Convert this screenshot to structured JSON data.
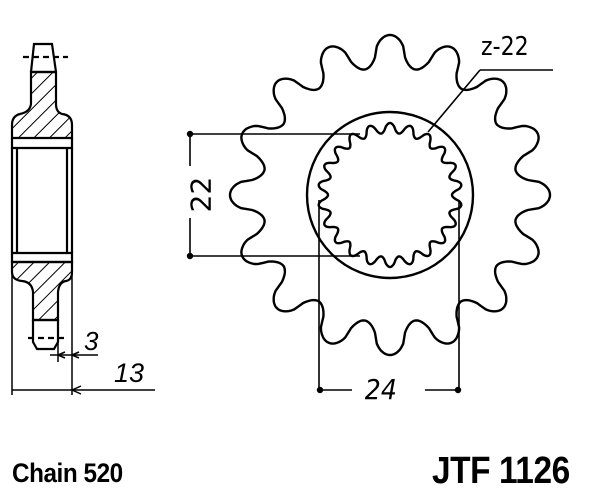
{
  "drawing": {
    "title": "Front sprocket technical drawing",
    "colors": {
      "line": "#000000",
      "background": "#ffffff"
    }
  },
  "sprocket": {
    "outer_teeth": 16,
    "spline_label": "z-22",
    "spline_teeth": 22,
    "dimensions": {
      "spline_height": "22",
      "spline_width": "24",
      "tooth_width": "3",
      "hub_width": "13"
    }
  },
  "footer": {
    "chain_label": "Chain 520",
    "part_number": "JTF 1126"
  }
}
